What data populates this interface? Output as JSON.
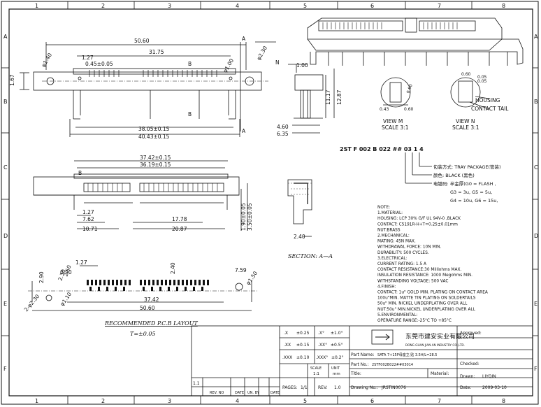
{
  "border": {
    "cols": [
      "1",
      "2",
      "3",
      "4",
      "5",
      "6",
      "7",
      "8"
    ],
    "rows": [
      "A",
      "B",
      "C",
      "D",
      "E",
      "F"
    ]
  },
  "top_view": {
    "dims": [
      "50.60",
      "31.75",
      "0.45±0.05",
      "1.27",
      "1.67",
      "38.05±0.15",
      "40.43±0.15"
    ],
    "diam_left": "φ1.40",
    "diam_right": "φ1.00",
    "diam_top": "φ2.30",
    "section_b": "B",
    "section_a": "A"
  },
  "side_view": {
    "dims": [
      "1.00",
      "11.17",
      "12.87",
      "4.60",
      "6.35"
    ],
    "n_label": "N"
  },
  "view_m": {
    "label": "VIEW   M",
    "scale": "SCALE  3:1",
    "dims": [
      "0.43",
      "0.60",
      "0.60"
    ]
  },
  "view_n": {
    "label": "VIEW   N",
    "scale": "SCALE  3:1",
    "housing": "HOUSING",
    "tail": "CONTACT TAIL",
    "dims": [
      "0.05",
      "0.05",
      "0.60"
    ]
  },
  "front_view": {
    "dims": [
      "37.42±0.15",
      "36.19±0.15",
      "1.27",
      "7.62",
      "10.71",
      "17.78",
      "20.87",
      "1.90±0.05",
      "3.50±0.05"
    ],
    "b_label": "B"
  },
  "section_view": {
    "label": "SECTION: A—A",
    "dim": "2.40"
  },
  "pcb": {
    "title": "RECOMMENDED P.C.B LAYOUT",
    "tol": "T=±0.05",
    "dims": [
      "1.27",
      "0.90",
      "2.50",
      "2.30",
      "2.90",
      "2-φ2.30",
      "2.40",
      "7.59",
      "φ1.50",
      "φ1.10",
      "37.42",
      "50.60"
    ]
  },
  "part_code": {
    "code": "2ST  F  002  B  022  ##  03  1  4",
    "lines": [
      "包装方式: TRAY PACKAGE(管装)",
      "颜色: BLACK (黑色)",
      "电镀码: 半金厚(G0 = FLASH ,",
      "G3 = 3u,  G5 = 5u,",
      "G4 = 10u,  G6 = 15u,"
    ]
  },
  "notes": {
    "lines": [
      "NOTE:",
      "1.MATERIAL:",
      "   HOUSING: LCP   30% G/F UL 94V-0 ,BLACK",
      "   CONTACT:  C5191R-H+T=0.25±0.01mm",
      "   NUT:BRASS",
      "2.MECHANICAL:",
      "   MATING: 45N MAX.",
      "   WITHDRAWAL FORCE: 10N MIN.",
      "   DURABILITY: 500 CYCLES.",
      "3.ELECTRICAL:",
      "   CURRENT RATING: 1.5 A",
      "   CONTACT RESISTANCE:30 Milliohms MAX.",
      "   INSULATION RESISTANCE: 1000 Megohms MIN.",
      "   WITHSTANDING VOLTAGE: 500 VAC",
      "4.FINISH:",
      "   CONTACT: 1u\" GOLD MIN. PLATING ON CONTACT AREA",
      "   100u\"MIN. MATTE TIN PLATING ON SOLDERTAILS",
      "   50u\" MIN. NICKEL UNDERPLATING OVER ALL",
      "   NUT:50u\" MIN.NICKEL UNDERPLATING OVER ALL",
      "5.ENVIRONMENTAL:",
      "   OPERATURE RANGE:-25°C TO +85°C"
    ]
  },
  "title_block": {
    "tol": [
      [
        ".X",
        "±0.25",
        ".X°",
        "±1.0°"
      ],
      [
        ".XX",
        "±0.15",
        ".XX°",
        "±0.5°"
      ],
      [
        ".XXX",
        "±0.10",
        ".XXX°",
        "±0.2°"
      ]
    ],
    "scale_label": "SCALE",
    "scale_val": "1:1",
    "unit_label": "UNIT",
    "unit_val": "mm",
    "pages_label": "PAGES:",
    "pages_val": "1/1",
    "rev_label": "REV:",
    "rev_val": "1.0",
    "company": "东莞市建安实业有限公司",
    "company_en": "DONG GUAN JIAN AN INDUSTRY CO.,LTD.",
    "approved": "Approved:",
    "part_name_label": "Part Name:",
    "part_name": "SATA 7+15P母座立.贴 3.5H/L=28.5",
    "part_no_label": "Part No.:",
    "part_no": "2STF002B022##03014",
    "checked": "Checked:",
    "title_label": "Title:",
    "material_label": "Material:",
    "drawn_label": "Drawn:",
    "drawn": "LIYQIN",
    "drawing_no_label": "Drawing No.:",
    "drawing_no": "JRSTIN0076",
    "date_label": "Date:",
    "date": "2009-03-10",
    "rev_table_row": "1.1",
    "rev_table_headers": [
      "REV. NO",
      "DATE",
      "UN. BY",
      "DATE"
    ]
  }
}
